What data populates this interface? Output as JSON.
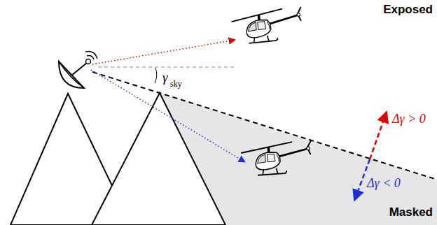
{
  "diagram": {
    "labels": [
      "Exposed",
      "γ",
      "sky",
      "Δγ > 0",
      "Δγ < 0",
      "Masked"
    ]
  }
}
